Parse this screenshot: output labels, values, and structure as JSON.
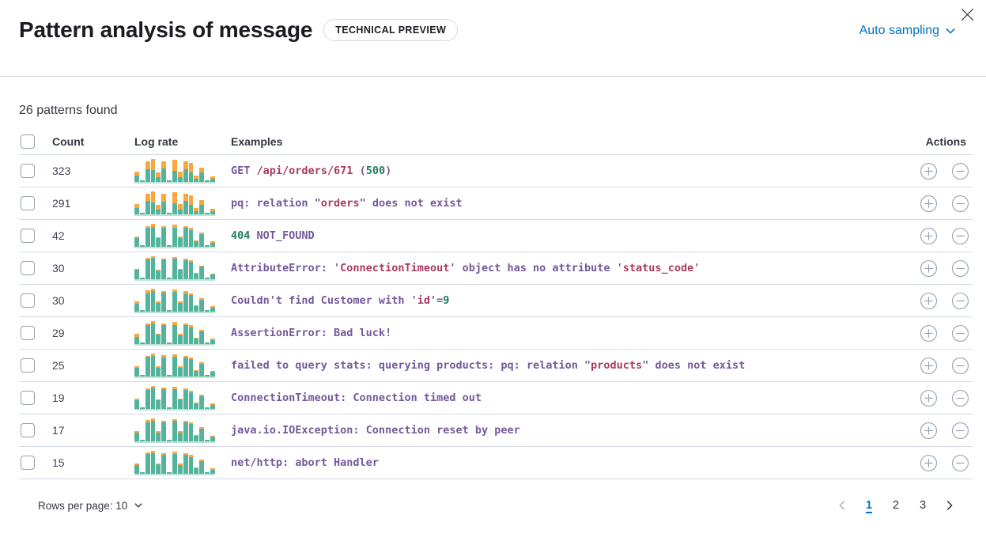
{
  "header": {
    "title": "Pattern analysis of message",
    "badge": "TECHNICAL PREVIEW",
    "sampling_label": "Auto sampling"
  },
  "summary": "26 patterns found",
  "colors": {
    "accent_blue": "#0071c2",
    "bar_green": "#54b39c",
    "bar_orange": "#faa73d",
    "token_purple": "#75589b",
    "token_maroon": "#a83a60",
    "token_green": "#1e7d60",
    "border": "#d3dae6"
  },
  "table": {
    "columns": {
      "count": "Count",
      "log_rate": "Log rate",
      "examples": "Examples",
      "actions": "Actions"
    },
    "rows": [
      {
        "count": "323",
        "bars": [
          [
            8,
            5
          ],
          [
            2,
            0
          ],
          [
            16,
            10
          ],
          [
            15,
            14
          ],
          [
            6,
            6
          ],
          [
            17,
            9
          ],
          [
            2,
            0
          ],
          [
            14,
            14
          ],
          [
            6,
            7
          ],
          [
            16,
            10
          ],
          [
            12,
            12
          ],
          [
            4,
            4
          ],
          [
            12,
            6
          ],
          [
            2,
            0
          ],
          [
            4,
            3
          ]
        ],
        "example": [
          {
            "t": "GET ",
            "c": "p"
          },
          {
            "t": "/api/orders/671",
            "c": "m"
          },
          {
            "t": " (",
            "c": "p"
          },
          {
            "t": "500",
            "c": "g"
          },
          {
            "t": ")",
            "c": "p"
          }
        ]
      },
      {
        "count": "291",
        "bars": [
          [
            8,
            5
          ],
          [
            2,
            0
          ],
          [
            17,
            9
          ],
          [
            15,
            14
          ],
          [
            6,
            6
          ],
          [
            16,
            10
          ],
          [
            2,
            0
          ],
          [
            14,
            14
          ],
          [
            6,
            7
          ],
          [
            17,
            9
          ],
          [
            12,
            12
          ],
          [
            4,
            4
          ],
          [
            12,
            6
          ],
          [
            2,
            0
          ],
          [
            4,
            3
          ]
        ],
        "example": [
          {
            "t": "pq: relation \"",
            "c": "p"
          },
          {
            "t": "orders",
            "c": "m"
          },
          {
            "t": "\" does not exist",
            "c": "p"
          }
        ]
      },
      {
        "count": "42",
        "bars": [
          [
            11,
            2
          ],
          [
            2,
            0
          ],
          [
            24,
            2
          ],
          [
            25,
            4
          ],
          [
            11,
            1
          ],
          [
            24,
            2
          ],
          [
            2,
            0
          ],
          [
            24,
            4
          ],
          [
            11,
            2
          ],
          [
            24,
            2
          ],
          [
            21,
            3
          ],
          [
            7,
            1
          ],
          [
            16,
            2
          ],
          [
            2,
            0
          ],
          [
            5,
            2
          ]
        ],
        "example": [
          {
            "t": "404",
            "c": "g"
          },
          {
            "t": " NOT_FOUND",
            "c": "p"
          }
        ]
      },
      {
        "count": "30",
        "bars": [
          [
            12,
            1
          ],
          [
            2,
            0
          ],
          [
            25,
            2
          ],
          [
            27,
            2
          ],
          [
            11,
            1
          ],
          [
            25,
            1
          ],
          [
            2,
            0
          ],
          [
            26,
            2
          ],
          [
            12,
            1
          ],
          [
            24,
            2
          ],
          [
            22,
            2
          ],
          [
            7,
            1
          ],
          [
            16,
            1
          ],
          [
            2,
            0
          ],
          [
            6,
            1
          ]
        ],
        "example": [
          {
            "t": "AttributeError: '",
            "c": "p"
          },
          {
            "t": "ConnectionTimeout",
            "c": "m"
          },
          {
            "t": "' object has no attribute '",
            "c": "p"
          },
          {
            "t": "status_code",
            "c": "m"
          },
          {
            "t": "'",
            "c": "p"
          }
        ]
      },
      {
        "count": "30",
        "bars": [
          [
            10,
            3
          ],
          [
            2,
            0
          ],
          [
            23,
            4
          ],
          [
            26,
            3
          ],
          [
            11,
            2
          ],
          [
            24,
            2
          ],
          [
            2,
            0
          ],
          [
            25,
            3
          ],
          [
            11,
            2
          ],
          [
            23,
            3
          ],
          [
            21,
            2
          ],
          [
            7,
            1
          ],
          [
            15,
            2
          ],
          [
            2,
            0
          ],
          [
            5,
            2
          ]
        ],
        "example": [
          {
            "t": "Couldn't find Customer with '",
            "c": "p"
          },
          {
            "t": "id",
            "c": "m"
          },
          {
            "t": "'=",
            "c": "p"
          },
          {
            "t": "9",
            "c": "g"
          }
        ]
      },
      {
        "count": "29",
        "bars": [
          [
            9,
            4
          ],
          [
            2,
            0
          ],
          [
            24,
            2
          ],
          [
            26,
            3
          ],
          [
            12,
            1
          ],
          [
            24,
            2
          ],
          [
            2,
            0
          ],
          [
            24,
            4
          ],
          [
            11,
            2
          ],
          [
            24,
            2
          ],
          [
            21,
            3
          ],
          [
            7,
            1
          ],
          [
            16,
            2
          ],
          [
            2,
            0
          ],
          [
            5,
            2
          ]
        ],
        "example": [
          {
            "t": "AssertionError: Bad luck!",
            "c": "p"
          }
        ]
      },
      {
        "count": "25",
        "bars": [
          [
            11,
            2
          ],
          [
            2,
            0
          ],
          [
            25,
            1
          ],
          [
            26,
            3
          ],
          [
            11,
            2
          ],
          [
            24,
            3
          ],
          [
            2,
            0
          ],
          [
            25,
            3
          ],
          [
            11,
            2
          ],
          [
            24,
            2
          ],
          [
            22,
            2
          ],
          [
            7,
            1
          ],
          [
            16,
            2
          ],
          [
            2,
            0
          ],
          [
            6,
            1
          ]
        ],
        "example": [
          {
            "t": "failed to query stats: querying products: pq: relation \"",
            "c": "p"
          },
          {
            "t": "products",
            "c": "m"
          },
          {
            "t": "\" does not exist",
            "c": "p"
          }
        ]
      },
      {
        "count": "19",
        "bars": [
          [
            11,
            2
          ],
          [
            2,
            0
          ],
          [
            24,
            2
          ],
          [
            27,
            2
          ],
          [
            11,
            1
          ],
          [
            25,
            2
          ],
          [
            2,
            0
          ],
          [
            25,
            3
          ],
          [
            12,
            1
          ],
          [
            24,
            2
          ],
          [
            21,
            2
          ],
          [
            7,
            1
          ],
          [
            16,
            2
          ],
          [
            2,
            0
          ],
          [
            5,
            2
          ]
        ],
        "example": [
          {
            "t": "ConnectionTimeout: Connection timed out",
            "c": "p"
          }
        ]
      },
      {
        "count": "17",
        "bars": [
          [
            11,
            2
          ],
          [
            2,
            0
          ],
          [
            24,
            3
          ],
          [
            26,
            3
          ],
          [
            11,
            2
          ],
          [
            24,
            2
          ],
          [
            2,
            0
          ],
          [
            26,
            2
          ],
          [
            11,
            2
          ],
          [
            24,
            2
          ],
          [
            22,
            2
          ],
          [
            7,
            1
          ],
          [
            16,
            2
          ],
          [
            2,
            0
          ],
          [
            6,
            1
          ]
        ],
        "example": [
          {
            "t": "java.io.IOException: Connection reset by peer",
            "c": "p"
          }
        ]
      },
      {
        "count": "15",
        "bars": [
          [
            11,
            2
          ],
          [
            2,
            0
          ],
          [
            25,
            2
          ],
          [
            26,
            3
          ],
          [
            12,
            1
          ],
          [
            24,
            2
          ],
          [
            2,
            0
          ],
          [
            25,
            3
          ],
          [
            11,
            2
          ],
          [
            24,
            2
          ],
          [
            21,
            3
          ],
          [
            7,
            1
          ],
          [
            16,
            2
          ],
          [
            2,
            0
          ],
          [
            5,
            2
          ]
        ],
        "example": [
          {
            "t": "net/http: abort Handler",
            "c": "p"
          }
        ]
      }
    ]
  },
  "footer": {
    "rows_per_page_label": "Rows per page: 10",
    "pages": [
      "1",
      "2",
      "3"
    ],
    "active_page": "1"
  }
}
